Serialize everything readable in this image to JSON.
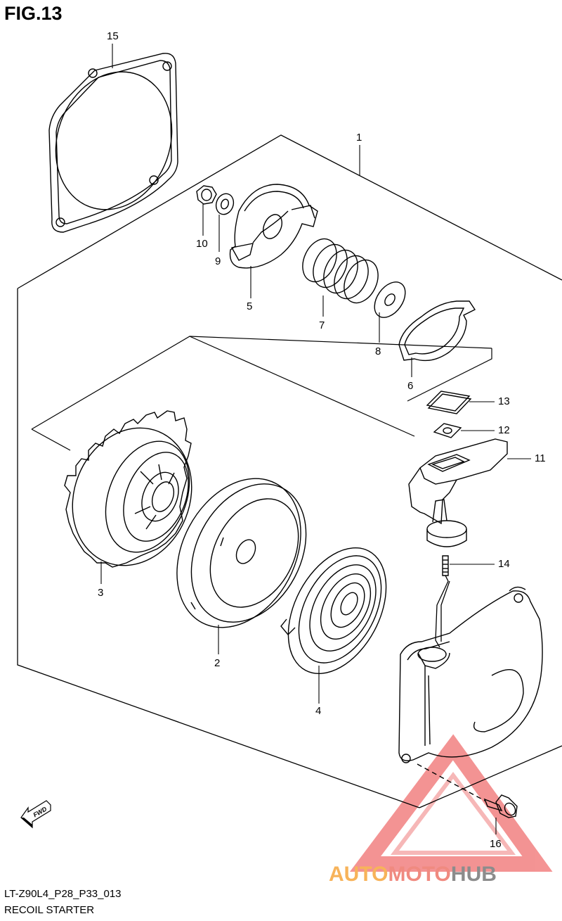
{
  "figure": {
    "title": "FIG.13"
  },
  "callouts": [
    {
      "id": "15",
      "label": "15"
    },
    {
      "id": "1",
      "label": "1"
    },
    {
      "id": "10",
      "label": "10"
    },
    {
      "id": "9",
      "label": "9"
    },
    {
      "id": "5",
      "label": "5"
    },
    {
      "id": "7",
      "label": "7"
    },
    {
      "id": "8",
      "label": "8"
    },
    {
      "id": "6",
      "label": "6"
    },
    {
      "id": "13",
      "label": "13"
    },
    {
      "id": "12",
      "label": "12"
    },
    {
      "id": "11",
      "label": "11"
    },
    {
      "id": "14",
      "label": "14"
    },
    {
      "id": "3",
      "label": "3"
    },
    {
      "id": "2",
      "label": "2"
    },
    {
      "id": "4",
      "label": "4"
    },
    {
      "id": "16",
      "label": "16"
    }
  ],
  "fwd_label": "FWD",
  "footer": {
    "code": "LT-Z90L4_P28_P33_013",
    "name": "RECOIL STARTER"
  },
  "watermark": {
    "part1": "AUTO",
    "part2": "MOTO",
    "part3": "HUB",
    "colors": {
      "auto": "#f7b35a",
      "moto": "#f08a80",
      "hub": "#8c8c8c",
      "triangle": "#f06a6a"
    }
  }
}
